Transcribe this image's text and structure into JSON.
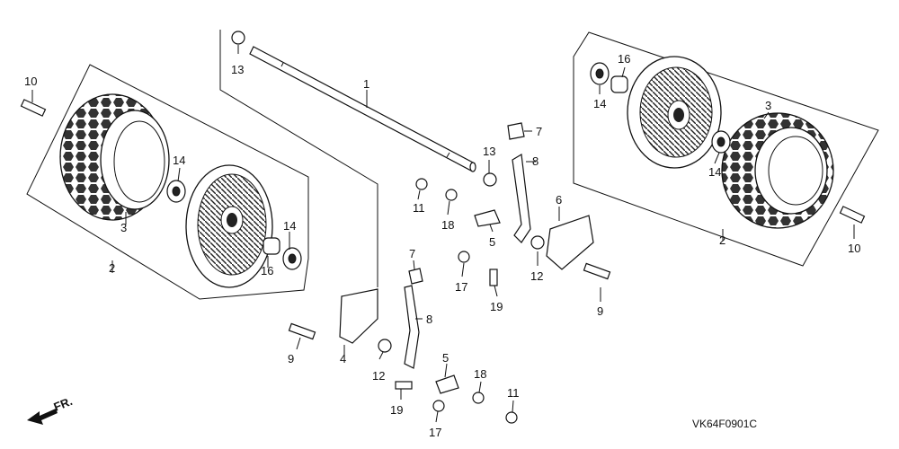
{
  "diagram": {
    "code": "VK64F0901C",
    "direction_label": "FR.",
    "callouts": {
      "axle_shaft": "1",
      "wheel_assy_left": "2",
      "wheel_assy_right": "2",
      "tire_left": "3",
      "tire_right": "3",
      "bracket_left": "4",
      "bracket_right": "6",
      "pivot_upper": "5",
      "pivot_lower": "5",
      "cap_upper": "7",
      "cap_lower": "7",
      "lever_upper": "8",
      "lever_lower": "8",
      "bolt_left": "9",
      "bolt_right": "9",
      "wheel_bolt_left": "10",
      "wheel_bolt_right": "10",
      "nut_upper": "11",
      "nut_lower": "11",
      "washer_upper": "12",
      "washer_lower": "12",
      "collar_top": "13",
      "collar_mid": "13",
      "bearing_left_outer": "14",
      "bearing_left_inner": "14",
      "bearing_right_top": "14",
      "bearing_right_inner": "14",
      "bushing_left": "16",
      "bushing_right": "16",
      "nut_17_upper": "17",
      "nut_17_lower": "17",
      "washer_18_upper": "18",
      "washer_18_lower": "18",
      "bolt_19_upper": "19",
      "bolt_19_lower": "19"
    }
  }
}
